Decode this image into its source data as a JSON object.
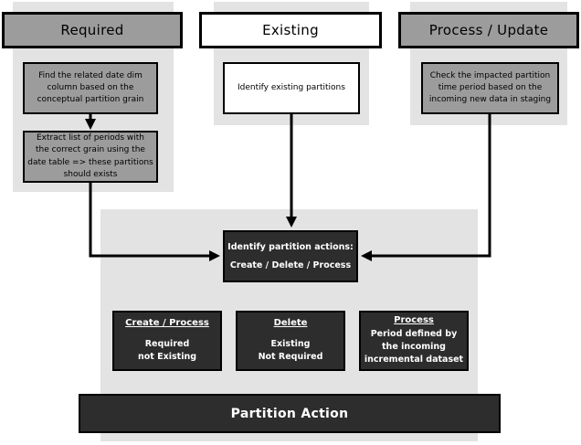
{
  "headers": {
    "required": "Required",
    "existing": "Existing",
    "process_update": "Process / Update"
  },
  "steps": {
    "find_date_dim": "Find the related date dim\ncolumn based on the\nconceptual partition grain",
    "extract_periods": "Extract list of periods with\nthe correct grain using the\ndate table => these partitions\nshould exists",
    "identify_existing": "Identify existing partitions",
    "check_impacted": "Check the impacted partition\ntime period based on the\nincoming new data in staging"
  },
  "actions": {
    "identify": "Identify partition actions:\nCreate / Delete / Process",
    "outcomes": [
      {
        "title": "Create / Process",
        "detail": "Required\nnot Existing"
      },
      {
        "title": "Delete",
        "detail": "Existing\nNot Required"
      },
      {
        "title": "Process",
        "detail": "Period defined by\nthe incoming\nincremental dataset"
      }
    ]
  },
  "footer": {
    "label": "Partition Action"
  },
  "colors": {
    "panel": "#e3e3e3",
    "gray_box": "#9c9c9c",
    "dark_box": "#2d2d2d",
    "white_box": "#ffffff",
    "line": "#000000"
  }
}
